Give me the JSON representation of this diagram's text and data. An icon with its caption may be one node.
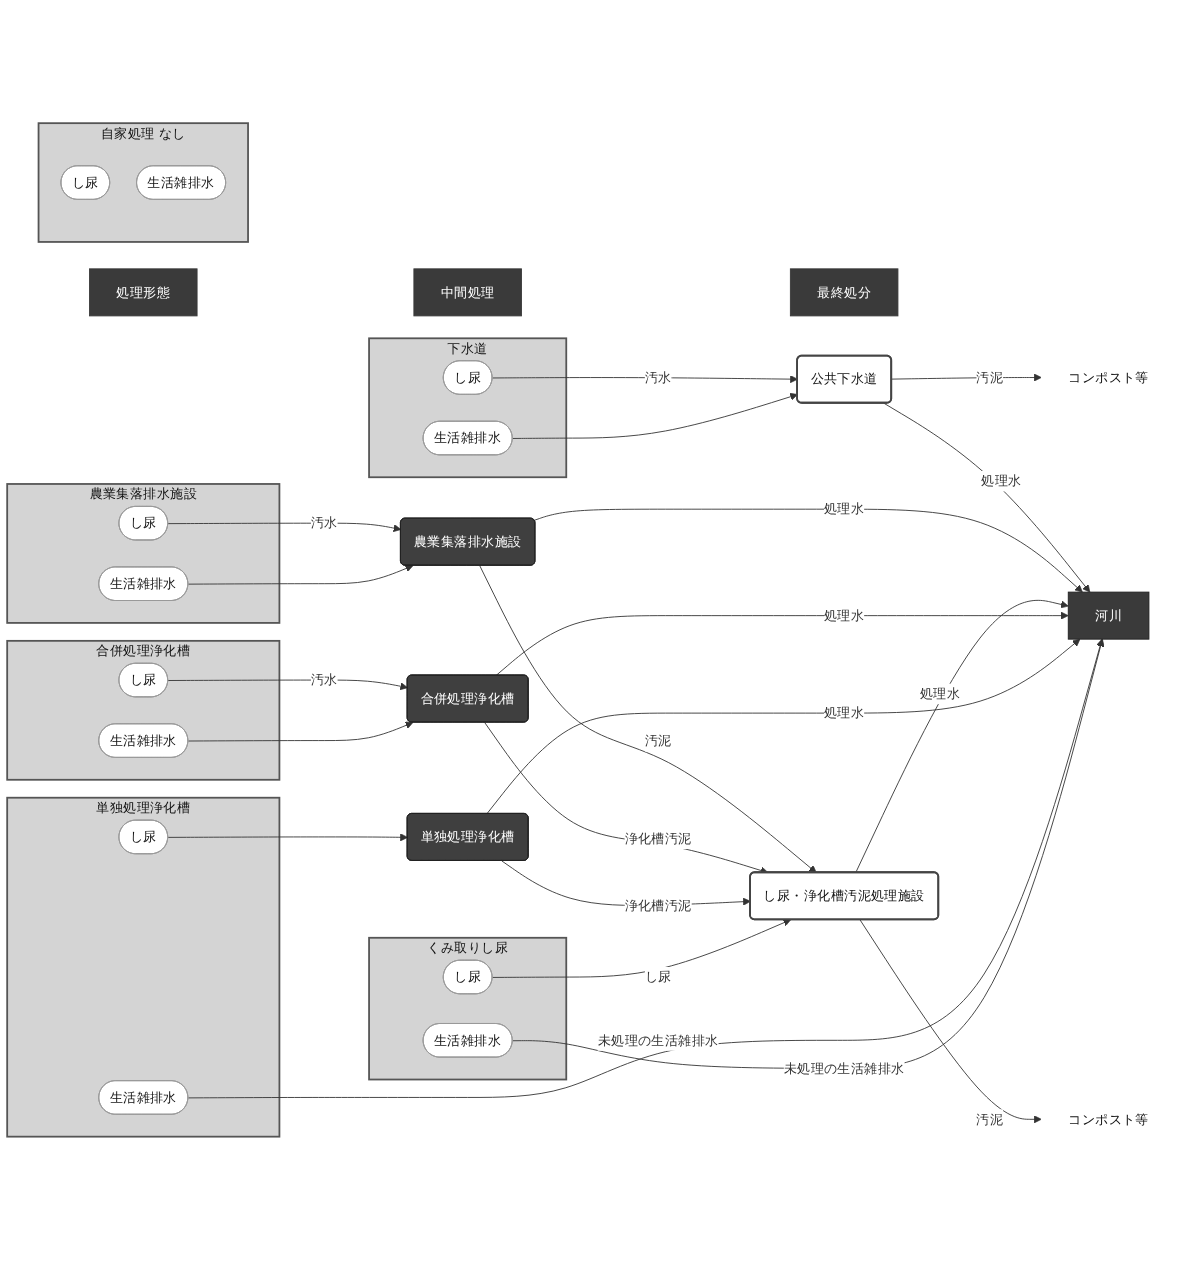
{
  "diagram": {
    "nodes": [
      {
        "text": [
          "処理形態"
        ]
      },
      {
        "text": [
          "中間処理"
        ]
      },
      {
        "text": [
          "最終処分"
        ]
      },
      {
        "text": [
          "下水道"
        ]
      },
      {
        "text": [
          "し尿"
        ],
        "in": 3
      },
      {
        "text": [
          "生活雑排水"
        ],
        "in": 3
      },
      {
        "text": [
          "農業集落排水施設"
        ]
      },
      {
        "text": [
          "し尿"
        ],
        "in": 6
      },
      {
        "text": [
          "生活雑排水"
        ],
        "in": 6
      },
      {
        "text": [
          "合併処理浄化槽"
        ]
      },
      {
        "text": [
          "し尿"
        ],
        "in": 9
      },
      {
        "text": [
          "生活雑排水"
        ],
        "in": 9
      },
      {
        "text": [
          "単独処理浄化槽"
        ]
      },
      {
        "text": [
          "し尿"
        ],
        "in": 12
      },
      {
        "text": [
          "生活雑排水"
        ],
        "in": 12
      },
      {
        "text": [
          "くみ取りし尿"
        ]
      },
      {
        "text": [
          "し尿"
        ],
        "in": 15
      },
      {
        "text": [
          "生活雑排水"
        ],
        "in": 15
      },
      {
        "text": [
          "自家処理 なし"
        ]
      },
      {
        "text": [
          "し尿"
        ],
        "in": 18
      },
      {
        "text": [
          "生活雑排水"
        ],
        "in": 18
      },
      {
        "text": [
          "公共下水道"
        ]
      },
      {
        "text": [
          "コンポスト等"
        ]
      },
      {
        "text": [
          "農業集落排水施設"
        ]
      },
      {
        "text": [
          "コンポスト等"
        ]
      },
      {
        "text": [
          "し尿・浄化槽汚泥処理施設"
        ]
      },
      {
        "text": [
          "合併処理浄化槽"
        ]
      },
      {
        "text": [
          "単独処理浄化槽"
        ]
      },
      {
        "text": [
          "河川"
        ]
      }
    ],
    "edges": [
      {
        "from": 4,
        "to": 21,
        "arrow": "to",
        "label": "汚水"
      },
      {
        "from": 5,
        "to": 21,
        "arrow": "to"
      },
      {
        "from": 21,
        "to": 28,
        "arrow": "to",
        "label": "処理水"
      },
      {
        "from": 21,
        "to": 22,
        "arrow": "to",
        "label": "汚泥"
      },
      {
        "from": 7,
        "to": 23,
        "arrow": "to",
        "label": "汚水"
      },
      {
        "from": 8,
        "to": 23,
        "arrow": "to"
      },
      {
        "from": 23,
        "to": 28,
        "arrow": "to",
        "label": "処理水"
      },
      {
        "from": 23,
        "to": 25,
        "arrow": "to",
        "label": "汚泥"
      },
      {
        "from": 25,
        "to": 24,
        "arrow": "to",
        "label": "汚泥"
      },
      {
        "from": 25,
        "to": 28,
        "arrow": "to",
        "label": "処理水"
      },
      {
        "from": 10,
        "to": 26,
        "arrow": "to",
        "label": "汚水"
      },
      {
        "from": 11,
        "to": 26,
        "arrow": "to"
      },
      {
        "from": 26,
        "to": 25,
        "arrow": "to",
        "label": "浄化槽汚泥"
      },
      {
        "from": 26,
        "to": 28,
        "arrow": "to",
        "label": "処理水"
      },
      {
        "from": 13,
        "to": 27,
        "arrow": "to"
      },
      {
        "from": 27,
        "to": 25,
        "arrow": "to",
        "label": "浄化槽汚泥"
      },
      {
        "from": 27,
        "to": 28,
        "arrow": "to",
        "label": "処理水"
      },
      {
        "from": 14,
        "to": 28,
        "arrow": "to",
        "label": "未処理の生活雑排水"
      },
      {
        "from": 16,
        "to": 25,
        "arrow": "to",
        "label": "し尿"
      },
      {
        "from": 17,
        "to": 28,
        "arrow": "to",
        "label": "未処理の生活雑排水"
      }
    ]
  }
}
